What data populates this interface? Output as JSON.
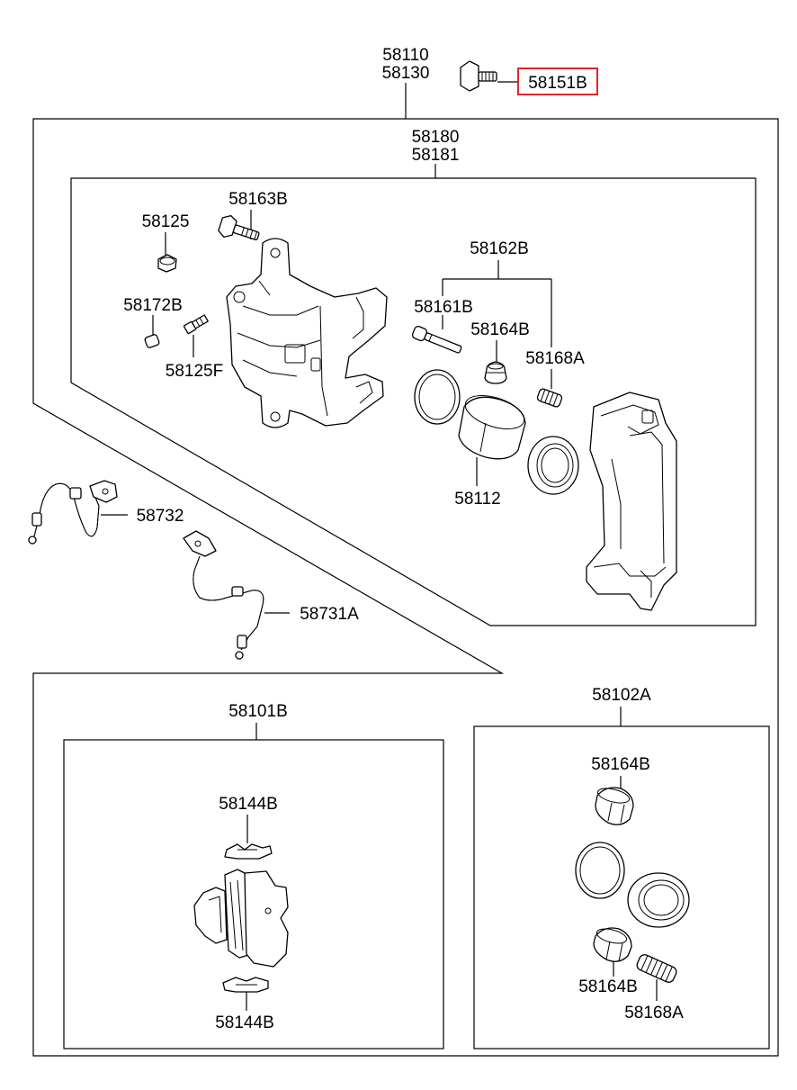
{
  "colors": {
    "line": "#000000",
    "background": "#ffffff",
    "highlight": "#e0262b"
  },
  "labels": {
    "p58110": "58110",
    "p58130": "58130",
    "p58151B": "58151B",
    "p58180": "58180",
    "p58181": "58181",
    "p58163B": "58163B",
    "p58125": "58125",
    "p58172B": "58172B",
    "p58125F": "58125F",
    "p58162B": "58162B",
    "p58161B": "58161B",
    "p58164B_top": "58164B",
    "p58168A_top": "58168A",
    "p58112": "58112",
    "p58732": "58732",
    "p58731A": "58731A",
    "p58101B": "58101B",
    "p58144B_top": "58144B",
    "p58144B_bottom": "58144B",
    "p58102A": "58102A",
    "p58164B_kit_top": "58164B",
    "p58164B_kit_bottom": "58164B",
    "p58168A_kit": "58168A"
  },
  "highlighted_part": "58151B",
  "icons": {
    "bolt": "bolt-icon",
    "caliper_housing": "caliper-housing-icon",
    "caliper_bracket": "caliper-bracket-icon",
    "piston": "piston-icon",
    "seal": "seal-ring-icon",
    "boot": "boot-icon",
    "brake_hose": "brake-hose-icon",
    "brake_pad": "brake-pad-icon",
    "pad_clip": "pad-clip-icon"
  }
}
